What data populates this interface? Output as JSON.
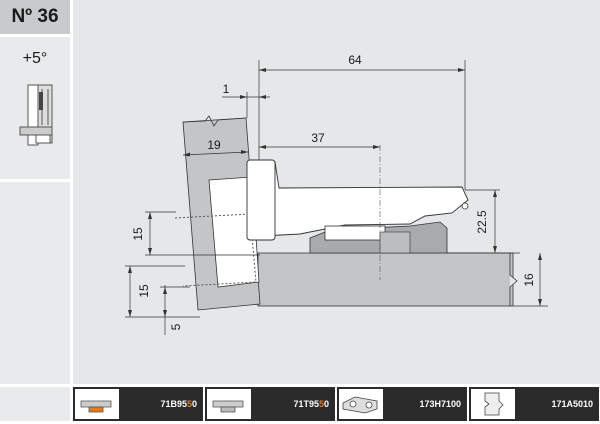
{
  "number_label": "Nº 36",
  "angle_label": "+5°",
  "dimensions": {
    "d64": "64",
    "d1": "1",
    "d19": "19",
    "d37": "37",
    "d22_5": "22.5",
    "d15_upper": "15",
    "d15_lower": "15",
    "d5": "5",
    "d16": "16"
  },
  "parts": [
    {
      "code_pre": "71B95",
      "code_hl": "5",
      "code_post": "0",
      "icon": "hinge-arm-icon"
    },
    {
      "code_pre": "71T95",
      "code_hl": "5",
      "code_post": "0",
      "icon": "hinge-arm-icon"
    },
    {
      "code": "173H7100",
      "icon": "mounting-plate-icon"
    },
    {
      "code": "171A5010",
      "icon": "bracket-icon"
    }
  ],
  "colors": {
    "panel_gray": "#c4c5c7",
    "hinge_dark": "#a9aaac",
    "code_highlight": "#e07b20"
  }
}
